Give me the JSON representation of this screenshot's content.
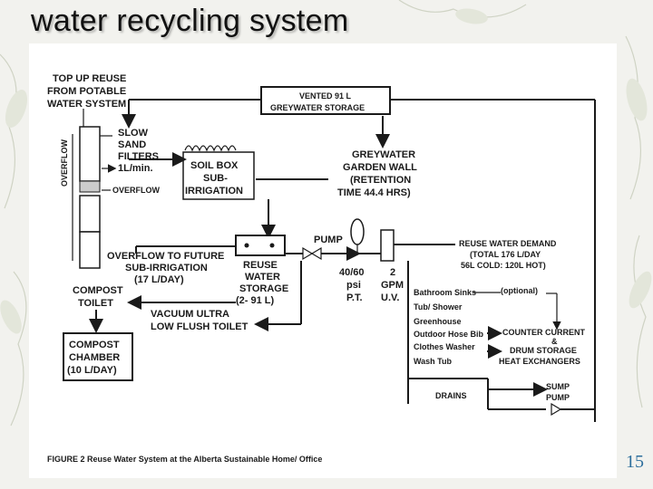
{
  "slide": {
    "title": "water recycling system",
    "page_number": "15"
  },
  "figure": {
    "caption": "FIGURE 2 Reuse Water System at the Alberta Sustainable Home/ Office",
    "labels": {
      "top_up_1": "TOP UP REUSE",
      "top_up_2": "FROM POTABLE",
      "top_up_3": "WATER SYSTEM",
      "overflow_vertical": "OVERFLOW",
      "vented_1": "VENTED 91 L",
      "vented_2": "GREYWATER STORAGE",
      "slow_sand_1": "SLOW",
      "slow_sand_2": "SAND",
      "slow_sand_3": "FILTERS",
      "flow_rate": "1L/min.",
      "overflow_h": "OVERFLOW",
      "soil_box_1": "SOIL BOX",
      "soil_box_2": "SUB-",
      "soil_box_3": "IRRIGATION",
      "garden_1": "GREYWATER",
      "garden_2": "GARDEN WALL",
      "garden_3": "(RETENTION",
      "garden_4": "TIME 44.4 HRS)",
      "pump": "PUMP",
      "overflow_future_1": "OVERFLOW TO FUTURE",
      "overflow_future_2": "SUB-IRRIGATION",
      "overflow_future_3": "(17 L/DAY)",
      "reuse_storage_1": "REUSE",
      "reuse_storage_2": "WATER",
      "reuse_storage_3": "STORAGE",
      "reuse_storage_4": "(2- 91 L)",
      "psi_1": "40/60",
      "psi_2": "psi",
      "psi_3": "P.T.",
      "gpm_1": "2",
      "gpm_2": "GPM",
      "gpm_3": "U.V.",
      "demand_1": "REUSE WATER DEMAND",
      "demand_2": "(TOTAL 176 L/DAY",
      "demand_3": "56L COLD: 120L HOT)",
      "compost_toilet_1": "COMPOST",
      "compost_toilet_2": "TOILET",
      "vacuum_1": "VACUUM ULTRA",
      "vacuum_2": "LOW FLUSH TOILET",
      "chamber_1": "COMPOST",
      "chamber_2": "CHAMBER",
      "chamber_3": "(10 L/DAY)",
      "fixture_1": "Bathroom Sinks",
      "fixture_2": "Tub/ Shower",
      "fixture_3": "Greenhouse",
      "fixture_4": "Outdoor Hose Bib",
      "fixture_5": "Clothes Washer",
      "fixture_6": "Wash Tub",
      "optional": "(optional)",
      "counter_1": "COUNTER CURRENT",
      "counter_2": "&",
      "counter_3": "DRUM STORAGE",
      "counter_4": "HEAT EXCHANGERS",
      "drains": "DRAINS",
      "sump_1": "SUMP",
      "sump_2": "PUMP"
    }
  },
  "colors": {
    "page_number": "#2c6e9c",
    "ink": "#1a1a1a"
  },
  "icons": [
    "leaf-background",
    "arrow-head",
    "pump-symbol"
  ]
}
